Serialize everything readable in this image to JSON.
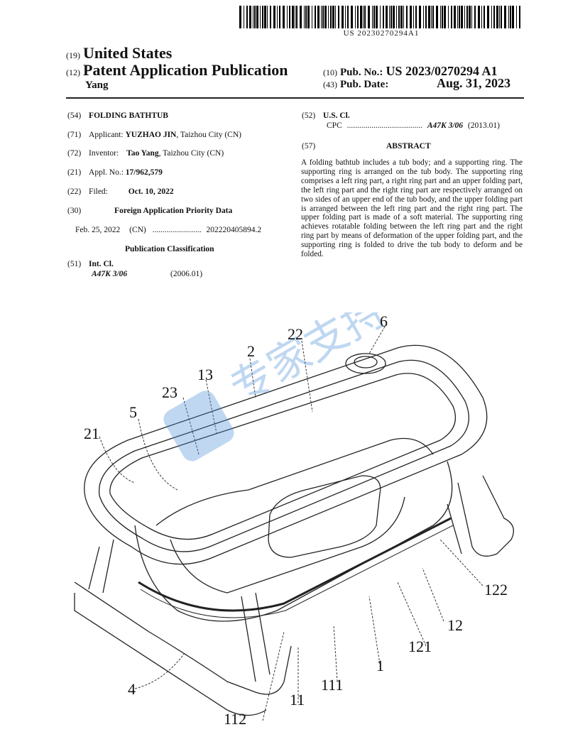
{
  "barcode_number": "US 20230270294A1",
  "header": {
    "country_code": "(19)",
    "country": "United States",
    "pub_type_code": "(12)",
    "pub_type": "Patent Application Publication",
    "inventor_name": "Yang",
    "pub_no_code": "(10)",
    "pub_no_label": "Pub. No.:",
    "pub_no": "US 2023/0270294 A1",
    "pub_date_code": "(43)",
    "pub_date_label": "Pub. Date:",
    "pub_date": "Aug. 31, 2023"
  },
  "left_column": {
    "title_code": "(54)",
    "title": "FOLDING BATHTUB",
    "applicant_code": "(71)",
    "applicant_label": "Applicant:",
    "applicant_name": "YUZHAO JIN",
    "applicant_loc": ", Taizhou City (CN)",
    "inventor_code": "(72)",
    "inventor_label": "Inventor:",
    "inventor_full": "Tao Yang",
    "inventor_loc": ", Taizhou City (CN)",
    "appl_code": "(21)",
    "appl_label": "Appl. No.:",
    "appl_no": "17/962,579",
    "filed_code": "(22)",
    "filed_label": "Filed:",
    "filed_date": "Oct. 10, 2022",
    "foreign_code": "(30)",
    "foreign_title": "Foreign Application Priority Data",
    "foreign_date": "Feb. 25, 2022",
    "foreign_country": "(CN)",
    "foreign_dots": "........................",
    "foreign_no": "202220405894.2",
    "pubclass_title": "Publication Classification",
    "intcl_code": "(51)",
    "intcl_label": "Int. Cl.",
    "intcl_value": "A47K 3/06",
    "intcl_date": "(2006.01)"
  },
  "right_column": {
    "uscl_code": "(52)",
    "uscl_label": "U.S. Cl.",
    "cpc_label": "CPC",
    "cpc_dots": ".....................................",
    "cpc_value": "A47K 3/06",
    "cpc_date": "(2013.01)",
    "abstract_code": "(57)",
    "abstract_title": "ABSTRACT",
    "abstract_text": "A folding bathtub includes a tub body; and a supporting ring. The supporting ring is arranged on the tub body. The supporting ring comprises a left ring part, a right ring part and an upper folding part, the left ring part and the right ring part are respectively arranged on two sides of an upper end of the tub body, and the upper folding part is arranged between the left ring part and the right ring part. The upper folding part is made of a soft material. The supporting ring achieves rotatable folding between the left ring part and the right ring part by means of deformation of the upper folding part, and the supporting ring is folded to drive the tub body to deform and be folded."
  },
  "drawing": {
    "watermark": "专家支持",
    "labels": {
      "l6": "6",
      "l22": "22",
      "l2": "2",
      "l13": "13",
      "l23": "23",
      "l5": "5",
      "l21": "21",
      "l122": "122",
      "l12": "12",
      "l121": "121",
      "l1": "1",
      "l111": "111",
      "l11": "11",
      "l112": "112",
      "l4": "4"
    }
  }
}
